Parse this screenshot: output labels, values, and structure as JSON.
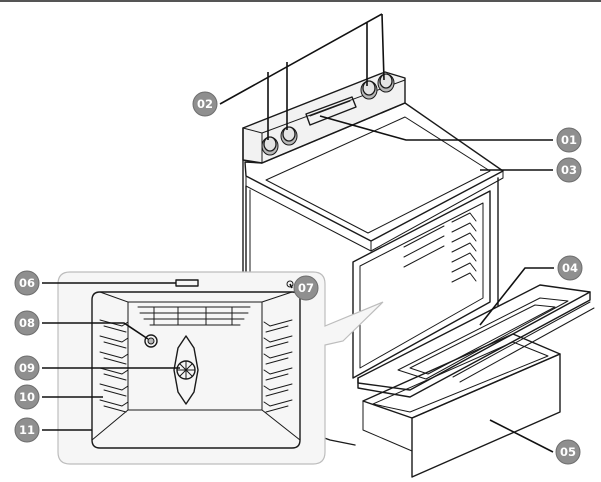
{
  "callouts": [
    {
      "id": "01",
      "label": "01"
    },
    {
      "id": "02",
      "label": "02"
    },
    {
      "id": "03",
      "label": "03"
    },
    {
      "id": "04",
      "label": "04"
    },
    {
      "id": "05",
      "label": "05"
    },
    {
      "id": "06",
      "label": "06"
    },
    {
      "id": "07",
      "label": "07"
    },
    {
      "id": "08",
      "label": "08"
    },
    {
      "id": "09",
      "label": "09"
    },
    {
      "id": "10",
      "label": "10"
    },
    {
      "id": "11",
      "label": "11"
    }
  ],
  "colors": {
    "badge": "#8f8f8f",
    "badge_text": "#ffffff",
    "line": "#1a1a1a",
    "inset_background": "#f6f6f6"
  }
}
